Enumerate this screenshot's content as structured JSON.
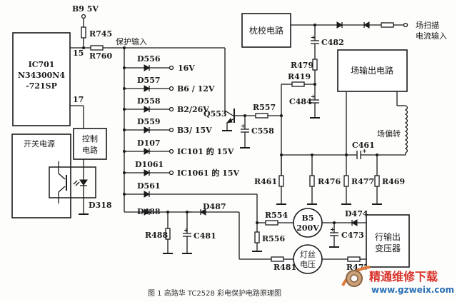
{
  "diagram": {
    "caption": "图 1  高路华 TC2528 彩电保护电路原理图",
    "supply": "B9 5V",
    "ic": {
      "line1": "IC701",
      "line2": "N34300N4",
      "line3": "-721SP",
      "pin15": "15",
      "pin17": "17"
    },
    "blocks": {
      "switch_power": "开关电源",
      "control_l1": "控制",
      "control_l2": "电路",
      "pincushion": "枕校电路",
      "field_output": "场输出电路",
      "hot_l1": "行输出",
      "hot_l2": "变压器",
      "b5_l1": "B5",
      "b5_l2": "200V",
      "filament_l1": "灯丝",
      "filament_l2": "电压"
    },
    "labels": {
      "protect_input": "保护输入",
      "field_scan_l1": "场扫描",
      "field_scan_l2": "电流输入",
      "yoke": "场偏转"
    },
    "components": {
      "R745": "R745",
      "R760": "R760",
      "R557": "R557",
      "R419": "R419",
      "R479": "R479",
      "C482": "C482",
      "C484": "C484",
      "C558": "C558",
      "C461": "C461",
      "C473": "C473",
      "C481": "C481",
      "R461": "R461",
      "R476": "R476",
      "R477": "R477",
      "R469": "R469",
      "R554": "R554",
      "R556": "R556",
      "R481": "R481",
      "R488": "R488",
      "R477b": "R477",
      "Q553": "Q553",
      "D318": "D318",
      "D474": "D474",
      "D487": "D487",
      "D488": "D488",
      "D561": "D561"
    },
    "diode_branches": [
      {
        "diode": "D556",
        "target": "16V"
      },
      {
        "diode": "D557",
        "target": "B6 / 12V"
      },
      {
        "diode": "D558",
        "target": "B2/26V"
      },
      {
        "diode": "D559",
        "target": "B3/ 15V"
      },
      {
        "diode": "D107",
        "target": "IC101 的 15V"
      },
      {
        "diode": "D1061",
        "target": "IC1061 的 15V"
      }
    ],
    "watermark": {
      "cn": "精通维修下载",
      "url": "www.gzweix.com"
    }
  }
}
